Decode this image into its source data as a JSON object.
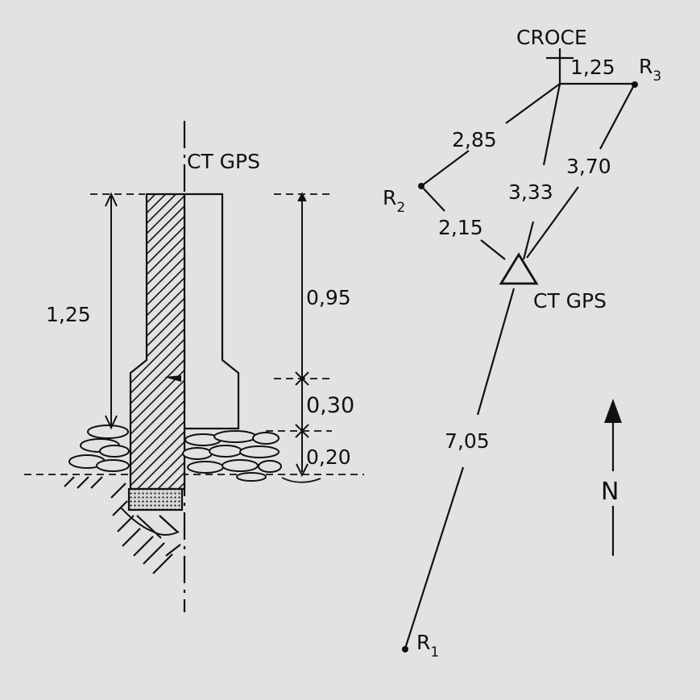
{
  "section": {
    "title": "CT GPS",
    "dims": {
      "total_left": "1,25",
      "upper": "0,95",
      "middle": "0,30",
      "lower": "0,20"
    }
  },
  "plan": {
    "croce": "CROCE",
    "station": "CT GPS",
    "r1": {
      "letter": "R",
      "sub": "1"
    },
    "r2": {
      "letter": "R",
      "sub": "2"
    },
    "r3": {
      "letter": "R",
      "sub": "3"
    },
    "dist_croce_r3": "1,25",
    "dist_croce_r2": "2,85",
    "dist_r3_station": "3,70",
    "dist_croce_station": "3,33",
    "dist_r2_station": "2,15",
    "dist_station_r1": "7,05",
    "north": "N"
  },
  "colors": {
    "ink": "#111111",
    "background": "#e2e2e2"
  }
}
